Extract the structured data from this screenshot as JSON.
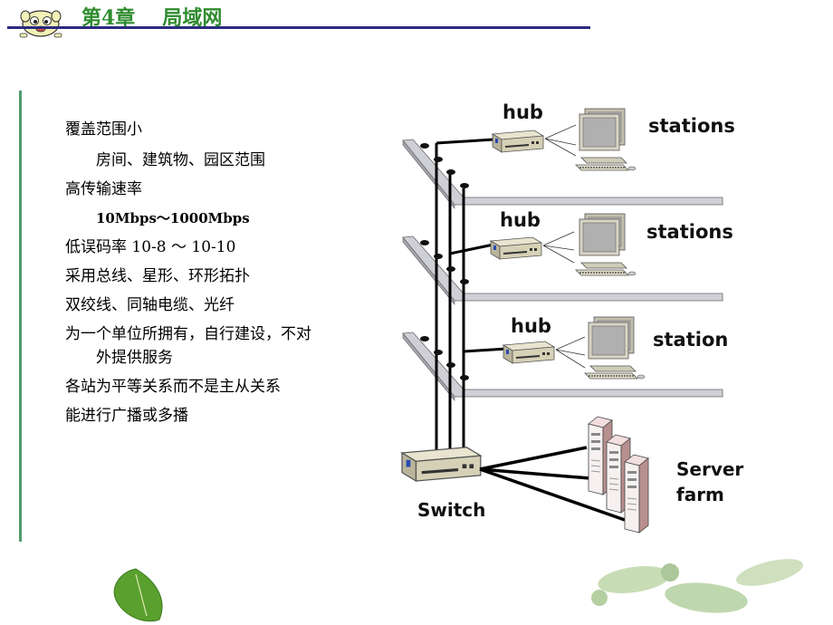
{
  "header": {
    "chapter": "第4章",
    "title": "局域网"
  },
  "bullets": [
    {
      "text": "覆盖范围小",
      "indent": false
    },
    {
      "text": "房间、建筑物、园区范围",
      "indent": true
    },
    {
      "text": "高传输速率",
      "indent": false
    },
    {
      "text": "10Mbps～1000Mbps",
      "indent": true
    },
    {
      "text": "低误码率    10-8 ～ 10-10",
      "indent": false
    },
    {
      "text": "采用总线、星形、环形拓扑",
      "indent": false
    },
    {
      "text": "双绞线、同轴电缆、光纤",
      "indent": false
    },
    {
      "text": "为一个单位所拥有，自行建设，不对",
      "indent": false
    },
    {
      "text": "外提供服务",
      "indent": true
    },
    {
      "text": "各站为平等关系而不是主从关系",
      "indent": false
    },
    {
      "text": "能进行广播或多播",
      "indent": false
    }
  ],
  "diagram": {
    "floors": [
      {
        "hub_label": "hub",
        "station_label": "stations"
      },
      {
        "hub_label": "hub",
        "station_label": "stations"
      },
      {
        "hub_label": "hub",
        "station_label": "station"
      }
    ],
    "switch_label": "Switch",
    "server_label_line1": "Server",
    "server_label_line2": "farm"
  },
  "colors": {
    "chapter_green": "#2e8b2e",
    "rule_navy": "#2a2a80",
    "side_rule_green": "#4f9a6b"
  }
}
